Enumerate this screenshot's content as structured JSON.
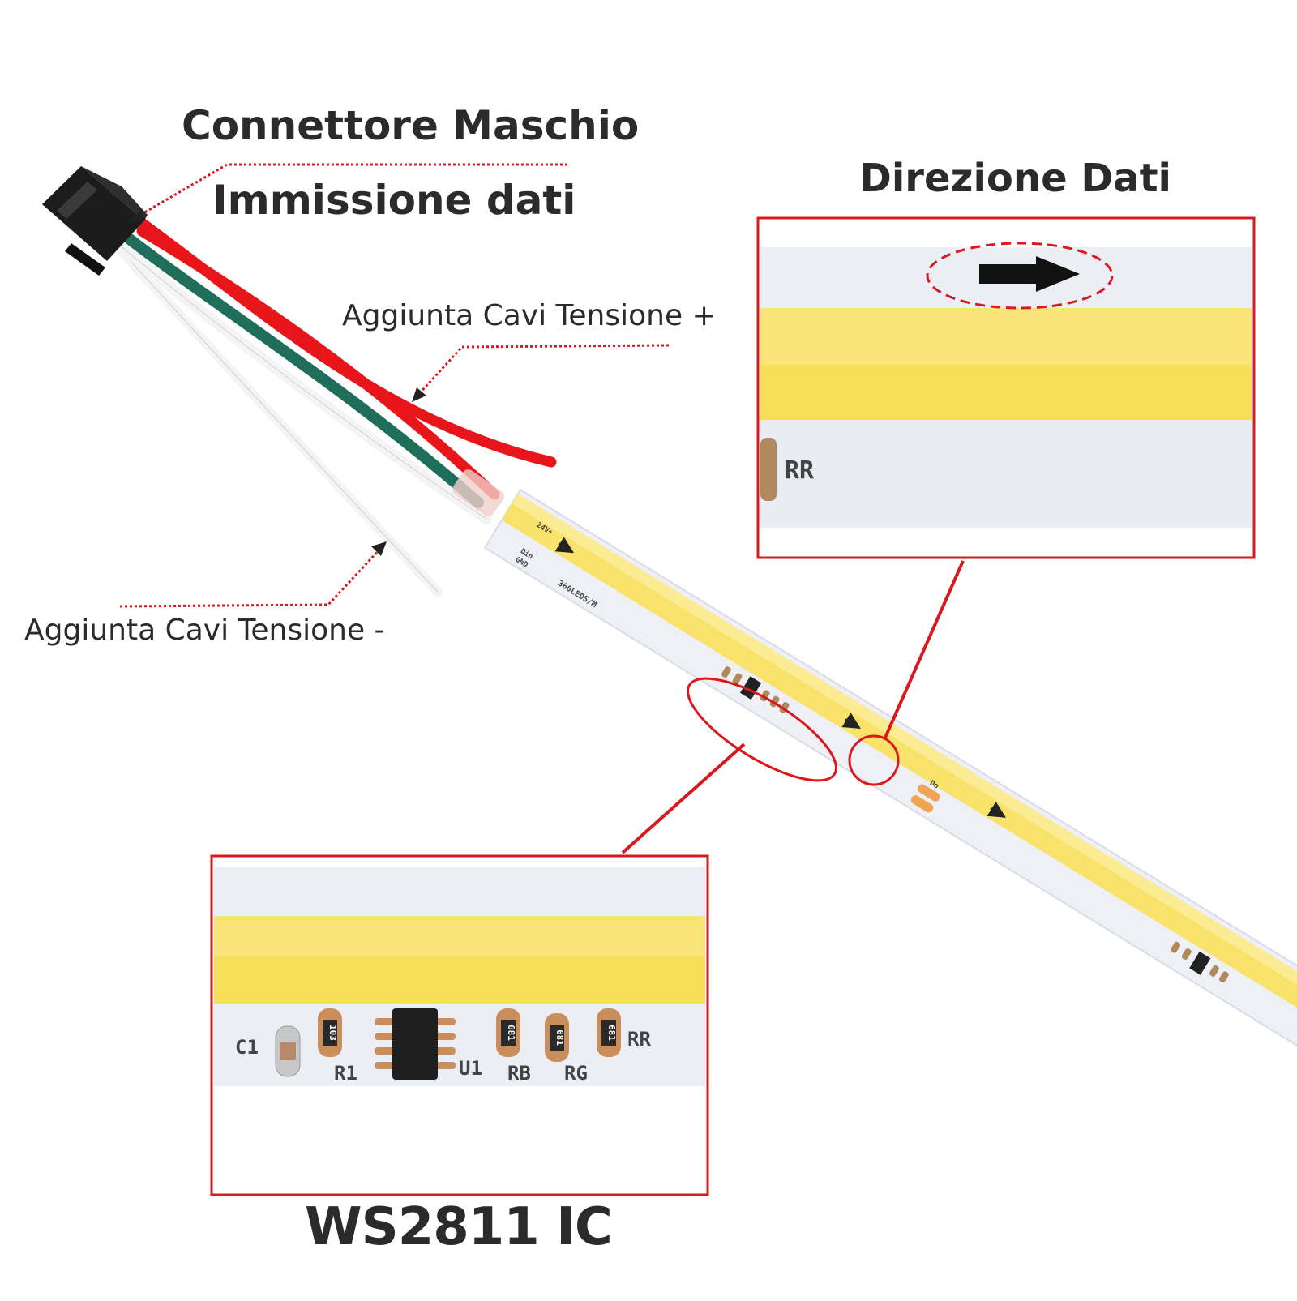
{
  "labels": {
    "connector": "Connettore Maschio",
    "data_input": "Immissione dati",
    "data_direction": "Direzione Dati",
    "positive_wires": "Aggiunta Cavi Tensione +",
    "negative_wires": "Aggiunta Cavi Tensione -",
    "ic": "WS2811 IC"
  },
  "strip_markings": {
    "c1": "C1",
    "r1": "R1",
    "u1": "U1",
    "rb": "RB",
    "rg": "RG",
    "rr": "RR",
    "v24": "24V+",
    "din": "Din",
    "gnd": "GND",
    "do": "Do",
    "leds_per_m": "360LEDS/M",
    "res_code_a": "103",
    "res_code_b": "681"
  },
  "colors": {
    "red_wire": "#e8161b",
    "green_wire": "#1f6e5c",
    "white_wire": "#f4f4f4",
    "led_yellow": "#f7df5a",
    "pcb_white": "#eceef6",
    "callout_red": "#d8191e"
  }
}
